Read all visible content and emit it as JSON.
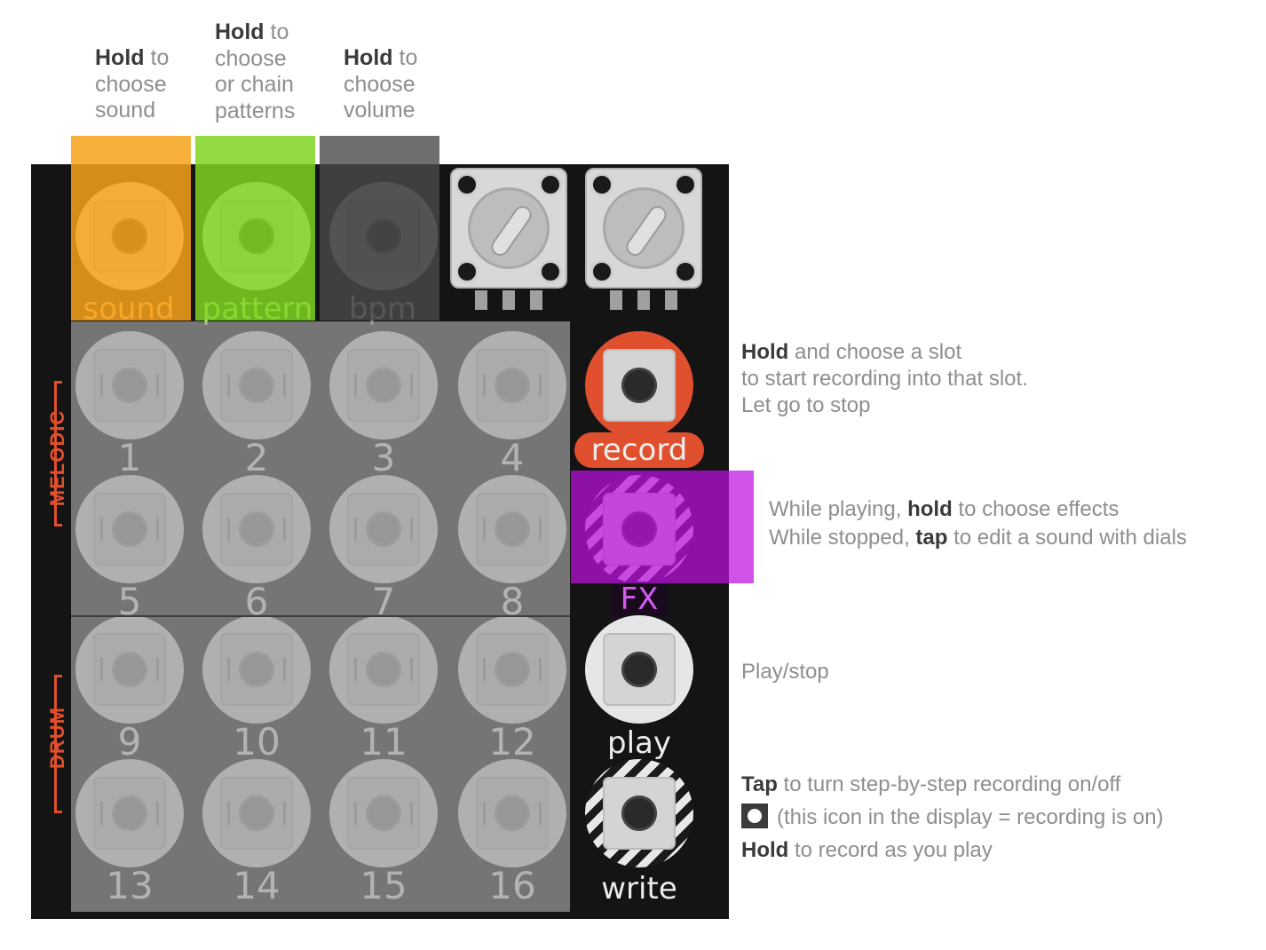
{
  "top_annotations": [
    {
      "bold": "Hold",
      "lines": [
        "to",
        "choose",
        "sound"
      ]
    },
    {
      "bold": "Hold",
      "lines": [
        "to",
        "choose",
        "or chain",
        "patterns"
      ]
    },
    {
      "bold": "Hold",
      "lines": [
        "to",
        "choose",
        "volume"
      ]
    }
  ],
  "device": {
    "top_row_labels": {
      "sound": "sound",
      "pattern": "pattern",
      "bpm": "bpm",
      "bpm_suffix": "m"
    },
    "section_melodic": "MELODIC",
    "section_drum": "DRUM",
    "pads": [
      "1",
      "2",
      "3",
      "4",
      "5",
      "6",
      "7",
      "8",
      "9",
      "10",
      "11",
      "12",
      "13",
      "14",
      "15",
      "16"
    ],
    "record_label": "record",
    "fx_label": "FX",
    "play_label": "play",
    "write_label": "write"
  },
  "right_annotations": {
    "record": {
      "l1_bold": "Hold",
      "l1_rest": " and choose a slot",
      "l2": "to start recording into that slot.",
      "l3": "Let go to stop"
    },
    "fx": {
      "l1_pre": "While playing, ",
      "l1_bold": "hold",
      "l1_post": " to choose effects",
      "l2_pre": "While stopped, ",
      "l2_bold": "tap",
      "l2_post": " to edit a sound with dials"
    },
    "play": {
      "text": "Play/stop"
    },
    "write": {
      "l1_bold": "Tap",
      "l1_rest": " to turn step-by-step recording on/off",
      "l2": "(this icon in the display = recording is on)",
      "l3_bold": "Hold",
      "l3_rest": " to record as you play"
    }
  },
  "colors": {
    "sound_overlay": "#f7a21b",
    "pattern_overlay": "#7ed321",
    "volume_overlay": "#4a4a4a",
    "fx_overlay": "#bd10e0",
    "record_red": "#e0502e",
    "grid_overlay": "#9b9b9b"
  }
}
